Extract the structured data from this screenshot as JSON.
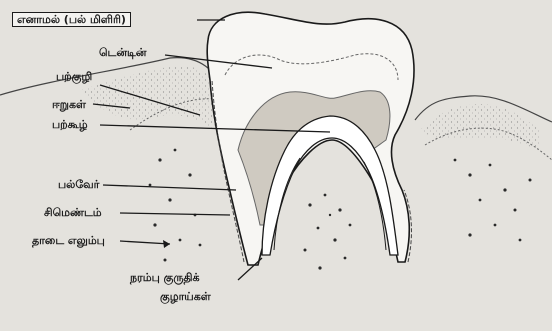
{
  "labels": {
    "enamel": "எனாமல் (பல் மிளிரி)",
    "dentine": "டென்டின்",
    "gum_socket": "பற்குழி",
    "gum": "ஈறுகள்",
    "pulp_cavity": "பற்கூழ்",
    "root": "பல்வேர்",
    "cement": "சிமெண்டம்",
    "jaw_bone": "தாடை எலும்பு",
    "nerves_blood_vessels_line1": "நரம்பு குருதிக்",
    "nerves_blood_vessels_line2": "குழாய்கள்"
  }
}
